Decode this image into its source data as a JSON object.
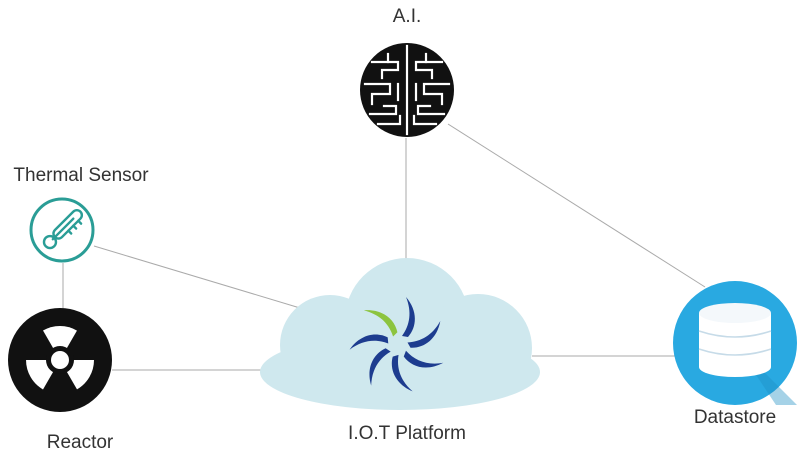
{
  "nodes": {
    "ai": {
      "label": "A.I.",
      "icon": "brain-maze-icon"
    },
    "thermal": {
      "label": "Thermal Sensor",
      "icon": "thermometer-icon"
    },
    "reactor": {
      "label": "Reactor",
      "icon": "radiation-icon"
    },
    "platform": {
      "label": "I.O.T Platform",
      "icon": "pinwheel-logo-icon"
    },
    "datastore": {
      "label": "Datastore",
      "icon": "database-icon"
    }
  },
  "colors": {
    "edge": "#aaaaaa",
    "cloud": "#cfe8ee",
    "thermal_ring": "#2a9d96",
    "reactor": "#111111",
    "datastore": "#29a9e1",
    "logo_blue": "#1d3c8f",
    "logo_green": "#8cc43f"
  }
}
